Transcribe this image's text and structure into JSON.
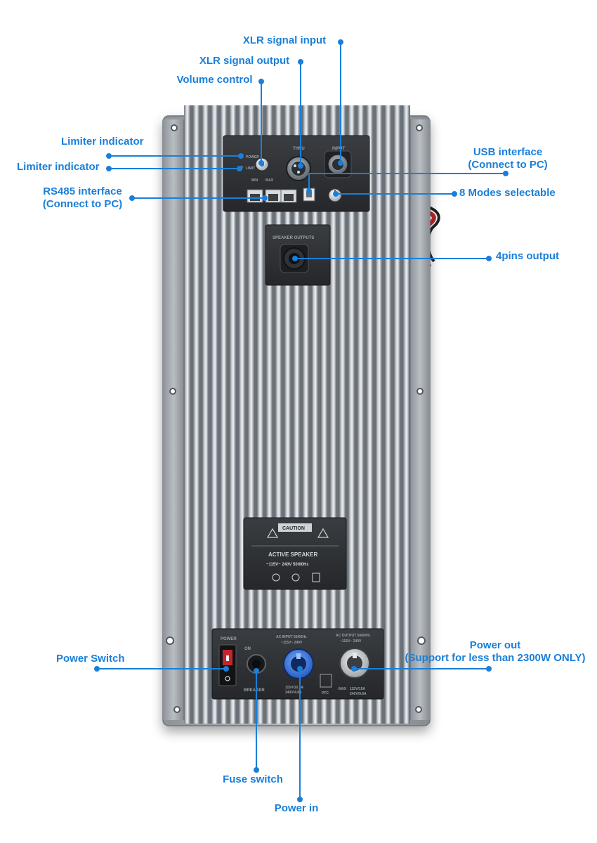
{
  "accent_color": "#1a7fd9",
  "callouts": {
    "xlr_input": "XLR signal input",
    "xlr_output": "XLR signal output",
    "volume": "Volume control",
    "limiter1": "Limiter indicator",
    "limiter2": "Limiter indicator",
    "rs485_l1": "RS485 interface",
    "rs485_l2": "(Connect to PC)",
    "usb_l1": "USB interface",
    "usb_l2": "(Connect to PC)",
    "modes": "8 Modes selectable",
    "speaker_out": "4pins output",
    "power_switch": "Power Switch",
    "power_out_l1": "Power out",
    "power_out_l2": "(Support for less than 2300W ONLY)",
    "fuse": "Fuse switch",
    "power_in": "Power in"
  },
  "panel": {
    "thru": "THRU",
    "input": "INPUT",
    "power_led": "POWER",
    "limit_led": "LIMIT",
    "min": "MIN",
    "max": "MAX",
    "speaker_outputs": "SPEAKER OUTPUTS",
    "caution": "CAUTION",
    "active_speaker": "ACTIVE SPEAKER",
    "voltage_rating": "~115V~ 240V  50/60Hz",
    "power_label": "POWER",
    "on": "ON",
    "breaker": "BREAKER",
    "ac_input": "AC INPUT  50/60Hz",
    "ac_input_v": "~115V~ 240V",
    "ac_output": "AC OUTPUT 50/60Hz",
    "ac_output_v": "~115V~ 240V",
    "in_rating_1": "115V/10.5A",
    "in_rating_2": "240V/4.8A",
    "out_rating_1": "115V/15A",
    "out_rating_2": "240V/9.6A",
    "pfc": "PFC",
    "max_label": "MAX"
  }
}
